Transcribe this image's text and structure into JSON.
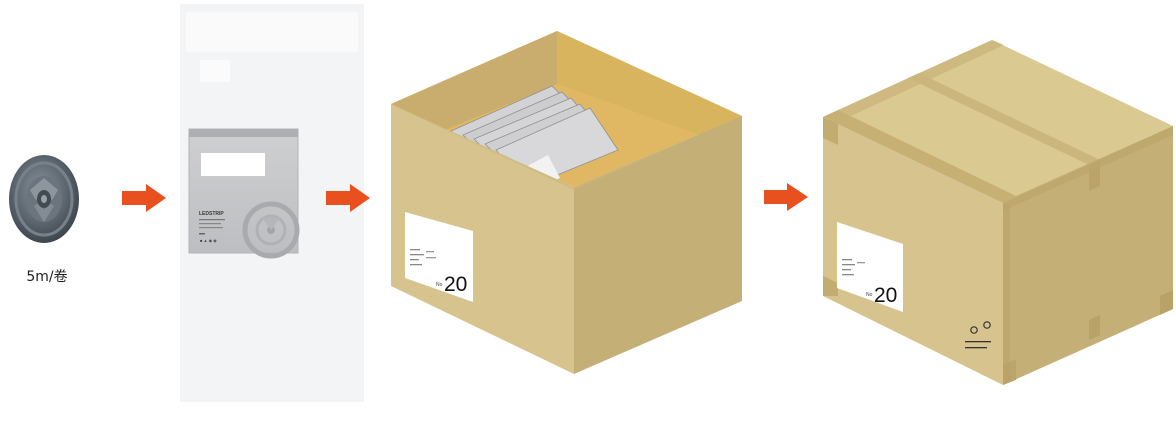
{
  "steps": [
    {
      "id": "reel",
      "caption": "5m/卷"
    },
    {
      "id": "bag",
      "brand": "LEDSTRIP"
    },
    {
      "id": "open-carton",
      "label_no": "No",
      "label_qty": "20"
    },
    {
      "id": "sealed-carton",
      "label_no": "No",
      "label_qty": "20"
    }
  ],
  "arrows": [
    {
      "from": "reel",
      "to": "bag",
      "icon": "arrow-right-icon"
    },
    {
      "from": "bag",
      "to": "open-carton",
      "icon": "arrow-right-icon"
    },
    {
      "from": "open-carton",
      "to": "sealed-carton",
      "icon": "arrow-right-icon"
    }
  ],
  "colors": {
    "arrow": "#e8501f",
    "carton_front": "#d5c38d",
    "carton_side": "#c4af76",
    "carton_inner": "#e0b864",
    "bag": "#c9c9cb",
    "reel": "#5d6770"
  }
}
